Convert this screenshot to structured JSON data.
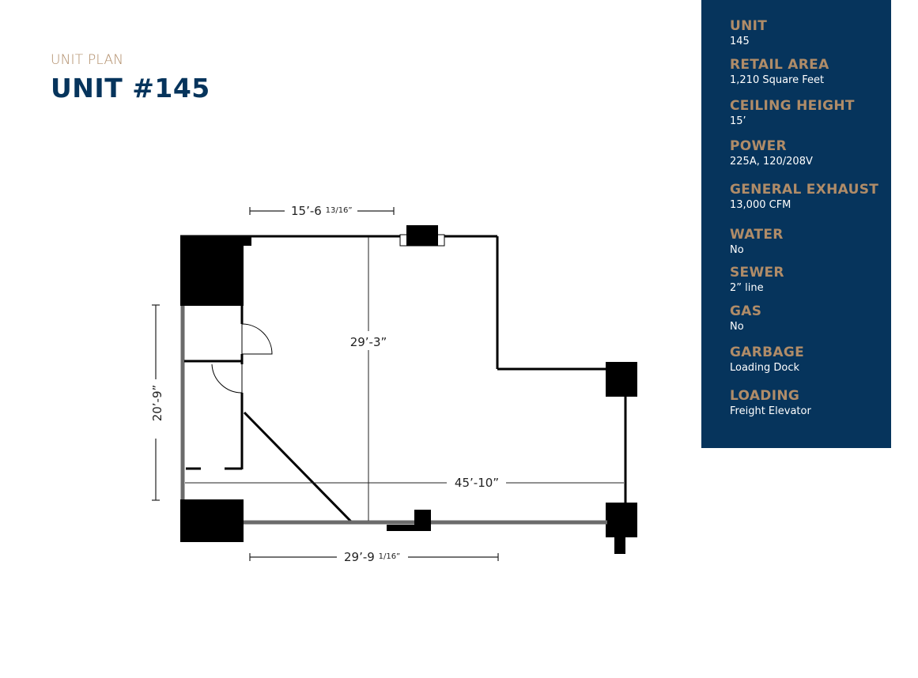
{
  "header": {
    "kicker": "UNIT PLAN",
    "title_prefix": "UNIT ",
    "title_number": "#145"
  },
  "colors": {
    "navy": "#06345c",
    "gold": "#b08c68",
    "wall_dark": "#000000",
    "wall_gray": "#6b6b6b"
  },
  "specs": [
    {
      "label": "UNIT",
      "value": "145"
    },
    {
      "label": "RETAIL AREA",
      "value": "1,210 Square Feet"
    },
    {
      "label": "CEILING HEIGHT",
      "value": "15’"
    },
    {
      "label": "POWER",
      "value": "225A, 120/208V"
    },
    {
      "label": "GENERAL EXHAUST",
      "value": "13,000 CFM"
    },
    {
      "label": "WATER",
      "value": "No"
    },
    {
      "label": "SEWER",
      "value": "2” line"
    },
    {
      "label": "GAS",
      "value": "No"
    },
    {
      "label": "GARBAGE",
      "value": "Loading Dock"
    },
    {
      "label": "LOADING",
      "value": "Freight Elevator"
    }
  ],
  "plan": {
    "dim_top_main": "15’-6 ",
    "dim_top_frac": "13/16”",
    "dim_height_center": "29’-3”",
    "dim_left_vertical": "20’-9”",
    "dim_width_full": "45’-10”",
    "dim_bottom_main": "29’-9 ",
    "dim_bottom_frac": "1/16”"
  }
}
